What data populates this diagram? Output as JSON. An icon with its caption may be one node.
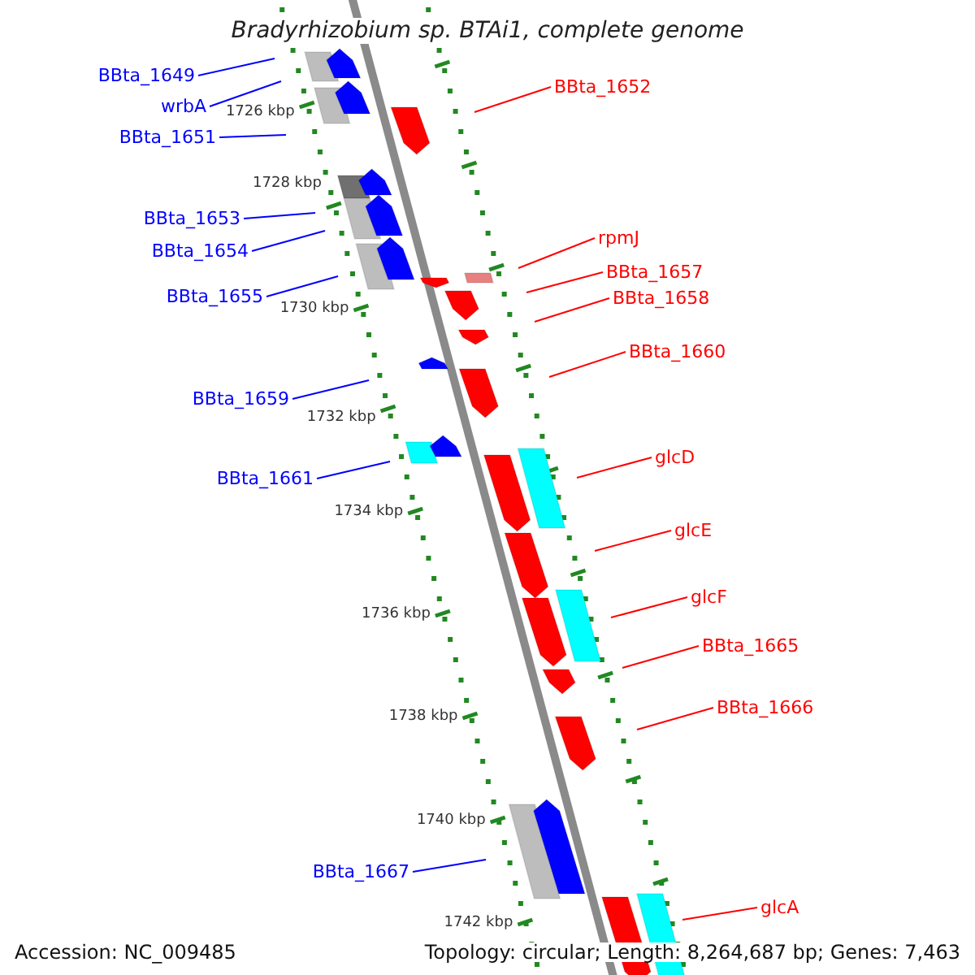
{
  "diagram": {
    "title": "Bradyrhizobium sp. BTAi1, complete genome",
    "nodes": [
      {
        "text": [
          "BBta_1649"
        ]
      },
      {
        "text": [
          "wrbA"
        ]
      },
      {
        "text": [
          "BBta_1651"
        ]
      },
      {
        "text": [
          "BBta_1652"
        ]
      },
      {
        "text": [
          "BBta_1653"
        ]
      },
      {
        "text": [
          "BBta_1654"
        ]
      },
      {
        "text": [
          "BBta_1655"
        ]
      },
      {
        "text": [
          "rpmJ"
        ]
      },
      {
        "text": [
          "BBta_1657"
        ]
      },
      {
        "text": [
          "BBta_1658"
        ]
      },
      {
        "text": [
          "BBta_1660"
        ]
      },
      {
        "text": [
          "BBta_1659"
        ]
      },
      {
        "text": [
          "glcD"
        ]
      },
      {
        "text": [
          "BBta_1661"
        ]
      },
      {
        "text": [
          "glcE"
        ]
      },
      {
        "text": [
          "glcF"
        ]
      },
      {
        "text": [
          "BBta_1665"
        ]
      },
      {
        "text": [
          "BBta_1666"
        ]
      },
      {
        "text": [
          "BBta_1667"
        ]
      },
      {
        "text": [
          "glcA"
        ]
      }
    ],
    "edges": [
      {
        "from": 0,
        "to": null,
        "arrow": "none",
        "color": "#0000ff"
      },
      {
        "from": 1,
        "to": null,
        "arrow": "none",
        "color": "#0000ff"
      },
      {
        "from": 2,
        "to": null,
        "arrow": "none",
        "color": "#0000ff"
      },
      {
        "from": 3,
        "to": null,
        "arrow": "none"
      },
      {
        "from": 4,
        "to": null,
        "arrow": "none",
        "color": "#0000ff"
      },
      {
        "from": 5,
        "to": null,
        "arrow": "none",
        "color": "#0000ff"
      },
      {
        "from": 6,
        "to": null,
        "arrow": "none",
        "color": "#0000ff"
      },
      {
        "from": 7,
        "to": null,
        "arrow": "none"
      },
      {
        "from": 8,
        "to": null,
        "arrow": "none"
      },
      {
        "from": 9,
        "to": null,
        "arrow": "none"
      },
      {
        "from": 10,
        "to": null,
        "arrow": "none"
      },
      {
        "from": 11,
        "to": null,
        "arrow": "none",
        "color": "#0000ff"
      },
      {
        "from": 12,
        "to": null,
        "arrow": "none"
      },
      {
        "from": 13,
        "to": null,
        "arrow": "none",
        "color": "#0000ff"
      },
      {
        "from": 14,
        "to": null,
        "arrow": "none"
      },
      {
        "from": 15,
        "to": null,
        "arrow": "none"
      },
      {
        "from": 16,
        "to": null,
        "arrow": "none"
      },
      {
        "from": 17,
        "to": null,
        "arrow": "none"
      },
      {
        "from": 18,
        "to": null,
        "arrow": "none",
        "color": "#0000ff"
      },
      {
        "from": 19,
        "to": null,
        "arrow": "none"
      }
    ],
    "labels": [
      "1726 kbp",
      "1728 kbp",
      "1730 kbp",
      "1732 kbp",
      "1734 kbp",
      "1736 kbp",
      "1738 kbp",
      "1740 kbp",
      "1742 kbp",
      "Accession: NC_009485",
      "Topology: circular; Length: 8,264,687 bp; Genes: 7,463"
    ]
  }
}
